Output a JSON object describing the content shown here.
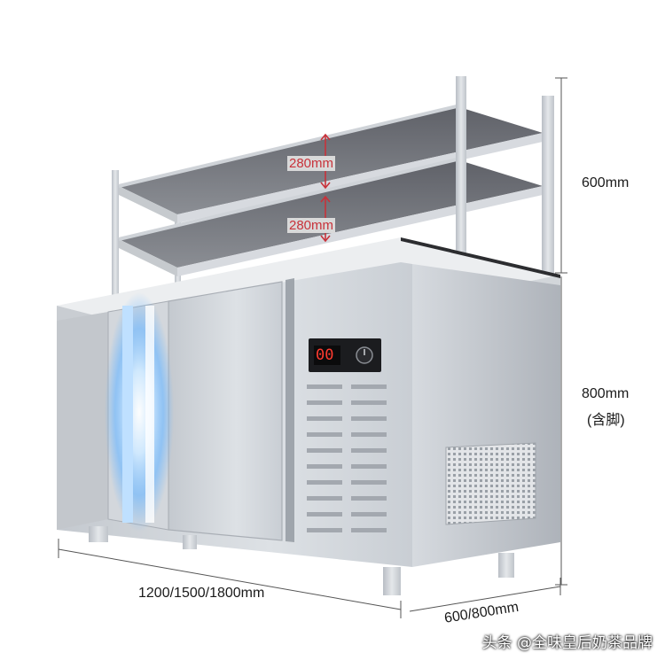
{
  "dimensions": {
    "shelf_gap_upper": "280mm",
    "shelf_gap_lower": "280mm",
    "shelf_height": "600mm",
    "cabinet_height": "800mm",
    "cabinet_height_note": "(含脚)",
    "length": "1200/1500/1800mm",
    "depth": "600/800mm"
  },
  "display": {
    "temperature_readout": "00"
  },
  "watermark": "头条 @全味皇后奶茶品牌",
  "colors": {
    "dimension_arrow": "#c8323a",
    "stainless": "#cfd3d8",
    "led_glow": "#6fb8ff"
  }
}
